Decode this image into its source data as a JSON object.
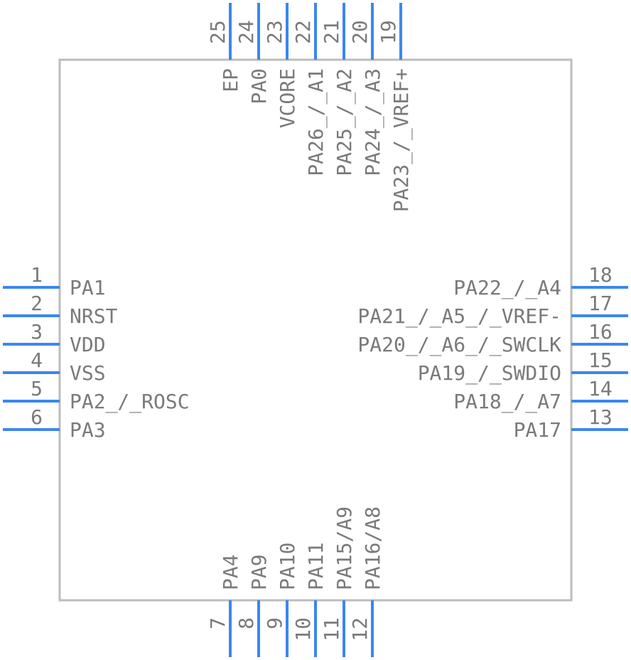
{
  "colors": {
    "body_outline": "#bcbcbc",
    "pin": "#3c86f0",
    "text": "#7a7a7a"
  },
  "left_pins": [
    {
      "number": "1",
      "label": "PA1"
    },
    {
      "number": "2",
      "label": "NRST"
    },
    {
      "number": "3",
      "label": "VDD"
    },
    {
      "number": "4",
      "label": "VSS"
    },
    {
      "number": "5",
      "label": "PA2_/_ROSC"
    },
    {
      "number": "6",
      "label": "PA3"
    }
  ],
  "bottom_pins": [
    {
      "number": "7",
      "label": "PA4"
    },
    {
      "number": "8",
      "label": "PA9"
    },
    {
      "number": "9",
      "label": "PA10"
    },
    {
      "number": "10",
      "label": "PA11"
    },
    {
      "number": "11",
      "label": "PA15/A9"
    },
    {
      "number": "12",
      "label": "PA16/A8"
    }
  ],
  "right_pins": [
    {
      "number": "13",
      "label": "PA17"
    },
    {
      "number": "14",
      "label": "PA18_/_A7"
    },
    {
      "number": "15",
      "label": "PA19_/_SWDIO"
    },
    {
      "number": "16",
      "label": "PA20_/_A6_/_SWCLK"
    },
    {
      "number": "17",
      "label": "PA21_/_A5_/_VREF-"
    },
    {
      "number": "18",
      "label": "PA22_/_A4"
    }
  ],
  "top_pins": [
    {
      "number": "19",
      "label": "PA23_/_VREF+"
    },
    {
      "number": "20",
      "label": "PA24_/_A3"
    },
    {
      "number": "21",
      "label": "PA25_/_A2"
    },
    {
      "number": "22",
      "label": "PA26_/_A1"
    },
    {
      "number": "23",
      "label": "VCORE"
    },
    {
      "number": "24",
      "label": "PA0"
    },
    {
      "number": "25",
      "label": "EP"
    }
  ]
}
